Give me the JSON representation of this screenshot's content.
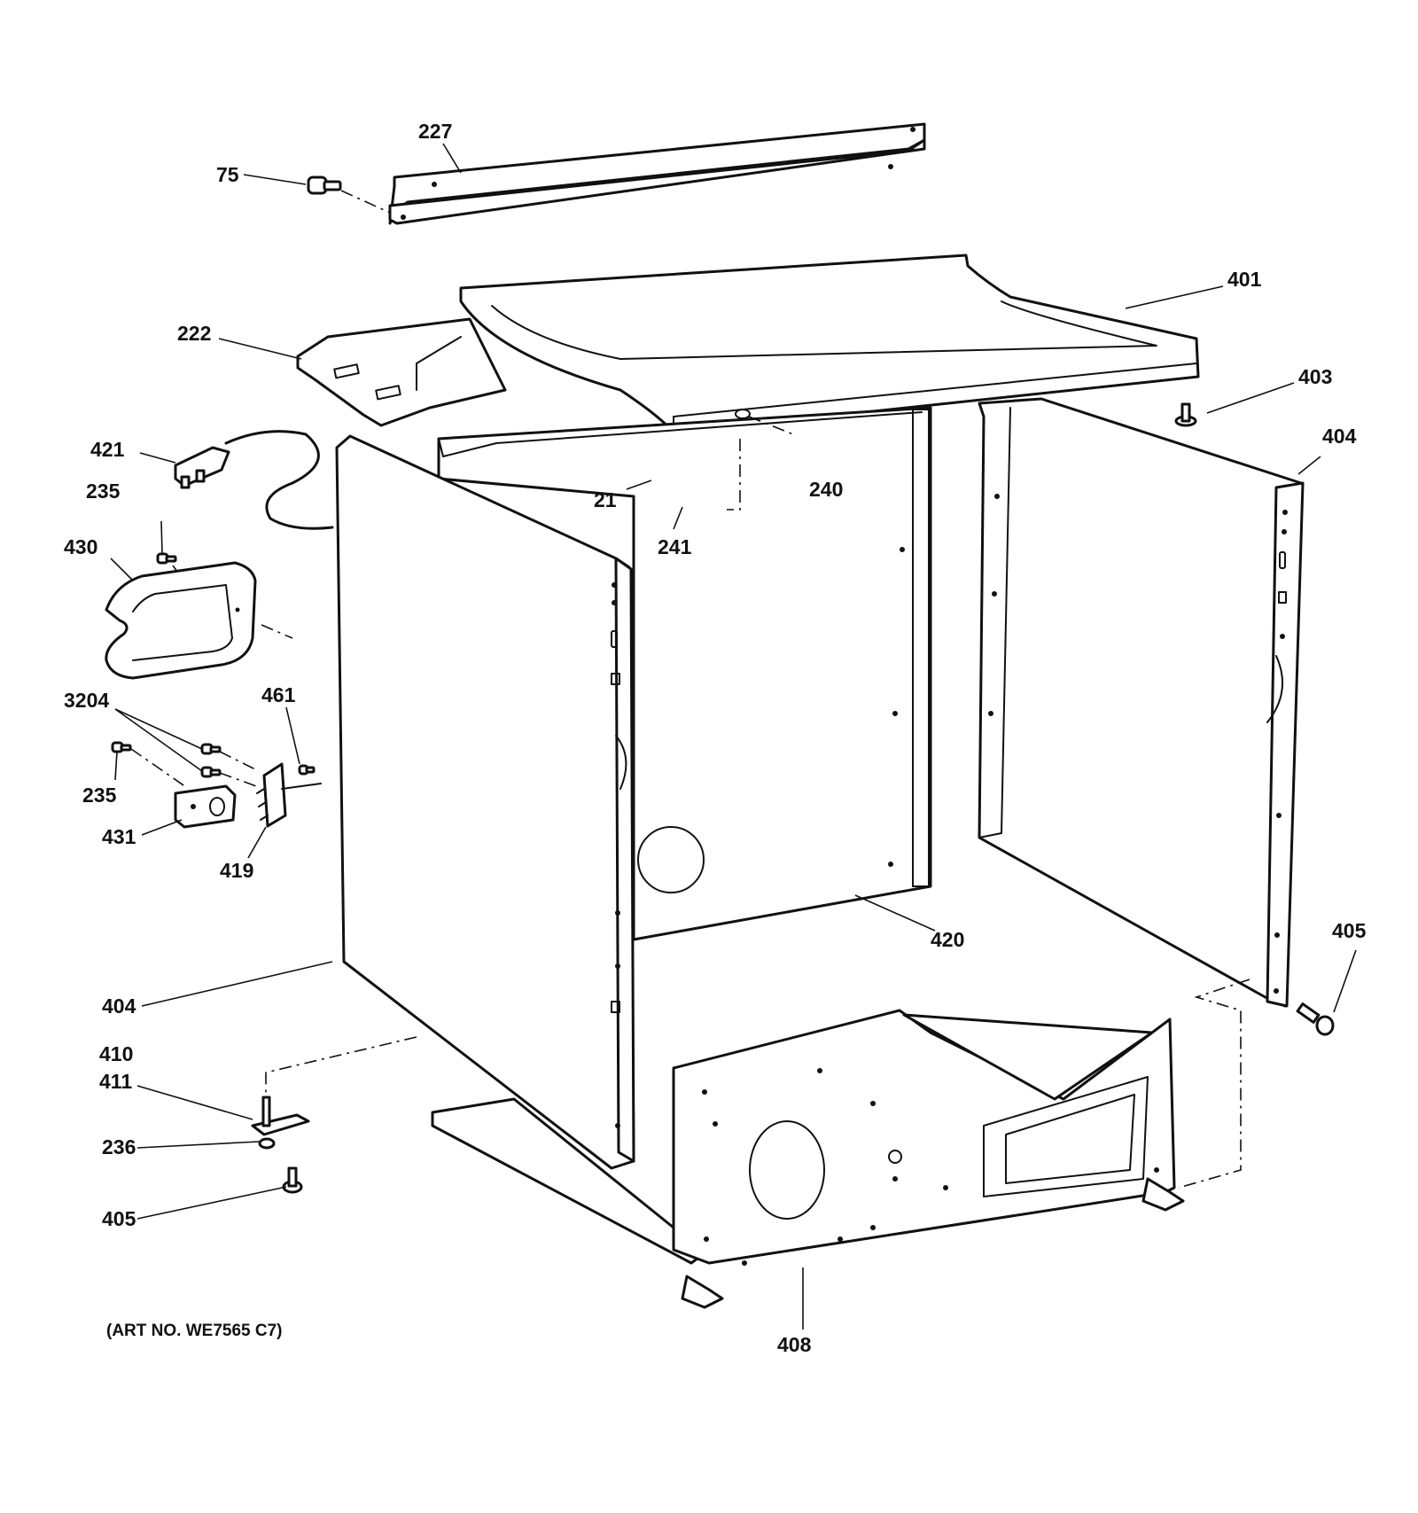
{
  "diagram": {
    "callouts": [
      {
        "id": "c227",
        "label": "227"
      },
      {
        "id": "c75",
        "label": "75"
      },
      {
        "id": "c401",
        "label": "401"
      },
      {
        "id": "c222",
        "label": "222"
      },
      {
        "id": "c403",
        "label": "403"
      },
      {
        "id": "c404a",
        "label": "404"
      },
      {
        "id": "c421",
        "label": "421"
      },
      {
        "id": "c240",
        "label": "240"
      },
      {
        "id": "c235a",
        "label": "235"
      },
      {
        "id": "c21",
        "label": "21"
      },
      {
        "id": "c241",
        "label": "241"
      },
      {
        "id": "c430",
        "label": "430"
      },
      {
        "id": "c3204",
        "label": "3204"
      },
      {
        "id": "c461",
        "label": "461"
      },
      {
        "id": "c235b",
        "label": "235"
      },
      {
        "id": "c431",
        "label": "431"
      },
      {
        "id": "c419",
        "label": "419"
      },
      {
        "id": "c420",
        "label": "420"
      },
      {
        "id": "c405a",
        "label": "405"
      },
      {
        "id": "c404b",
        "label": "404"
      },
      {
        "id": "c410",
        "label": "410"
      },
      {
        "id": "c411",
        "label": "411"
      },
      {
        "id": "c236",
        "label": "236"
      },
      {
        "id": "c405b",
        "label": "405"
      },
      {
        "id": "c408",
        "label": "408"
      }
    ],
    "art_number": "(ART NO. WE7565 C7)"
  }
}
